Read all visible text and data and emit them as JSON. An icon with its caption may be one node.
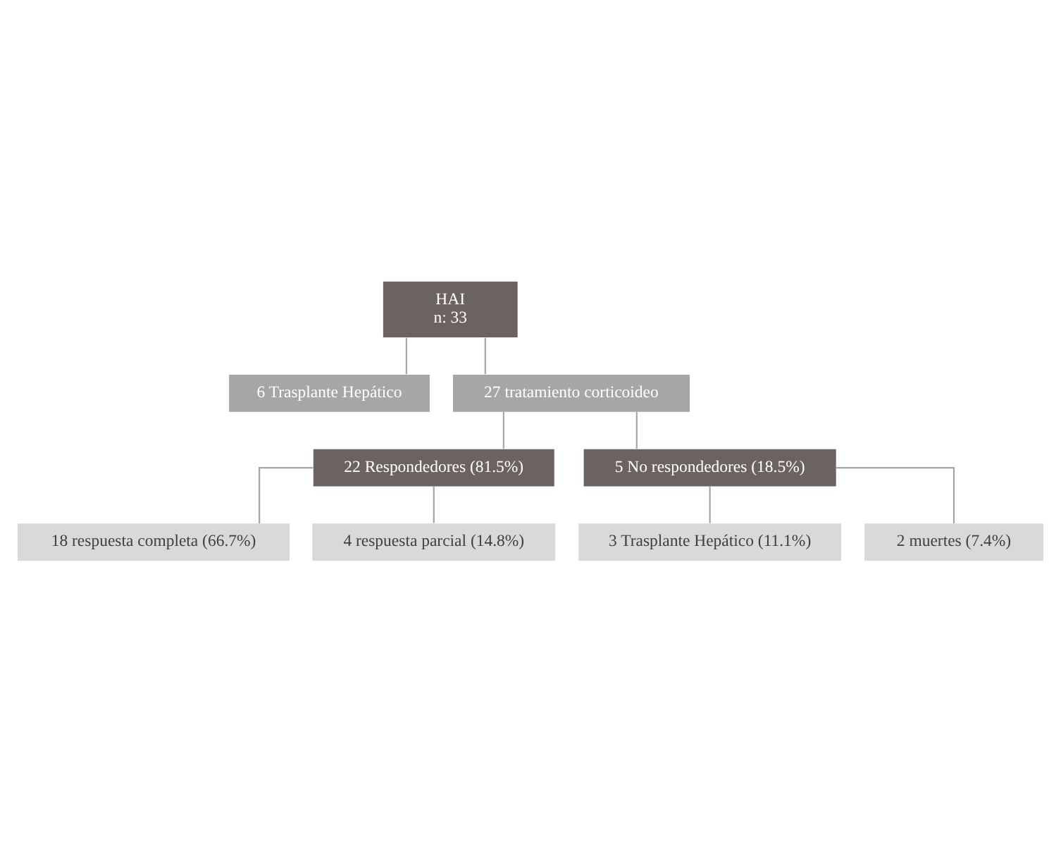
{
  "diagram": {
    "nodes": [
      {
        "text": [
          "HAI",
          "n: 33"
        ]
      },
      {
        "text": [
          "6 Trasplante Hepático"
        ]
      },
      {
        "text": [
          "27 tratamiento corticoideo"
        ]
      },
      {
        "text": [
          "22 Respondedores (81.5%)"
        ]
      },
      {
        "text": [
          "5 No respondedores (18.5%)"
        ]
      },
      {
        "text": [
          "18 respuesta completa (66.7%)"
        ]
      },
      {
        "text": [
          "4 respuesta parcial (14.8%)"
        ]
      },
      {
        "text": [
          "3 Trasplante Hepático (11.1%)"
        ]
      },
      {
        "text": [
          "2 muertes (7.4%)"
        ]
      }
    ],
    "edges": [
      {
        "from": 0,
        "to": 1,
        "arrow": "none"
      },
      {
        "from": 0,
        "to": 2,
        "arrow": "none"
      },
      {
        "from": 2,
        "to": 3,
        "arrow": "none"
      },
      {
        "from": 2,
        "to": 4,
        "arrow": "none"
      },
      {
        "from": 3,
        "to": 5,
        "arrow": "none"
      },
      {
        "from": 3,
        "to": 6,
        "arrow": "none"
      },
      {
        "from": 4,
        "to": 7,
        "arrow": "none"
      },
      {
        "from": 4,
        "to": 8,
        "arrow": "none"
      }
    ]
  }
}
